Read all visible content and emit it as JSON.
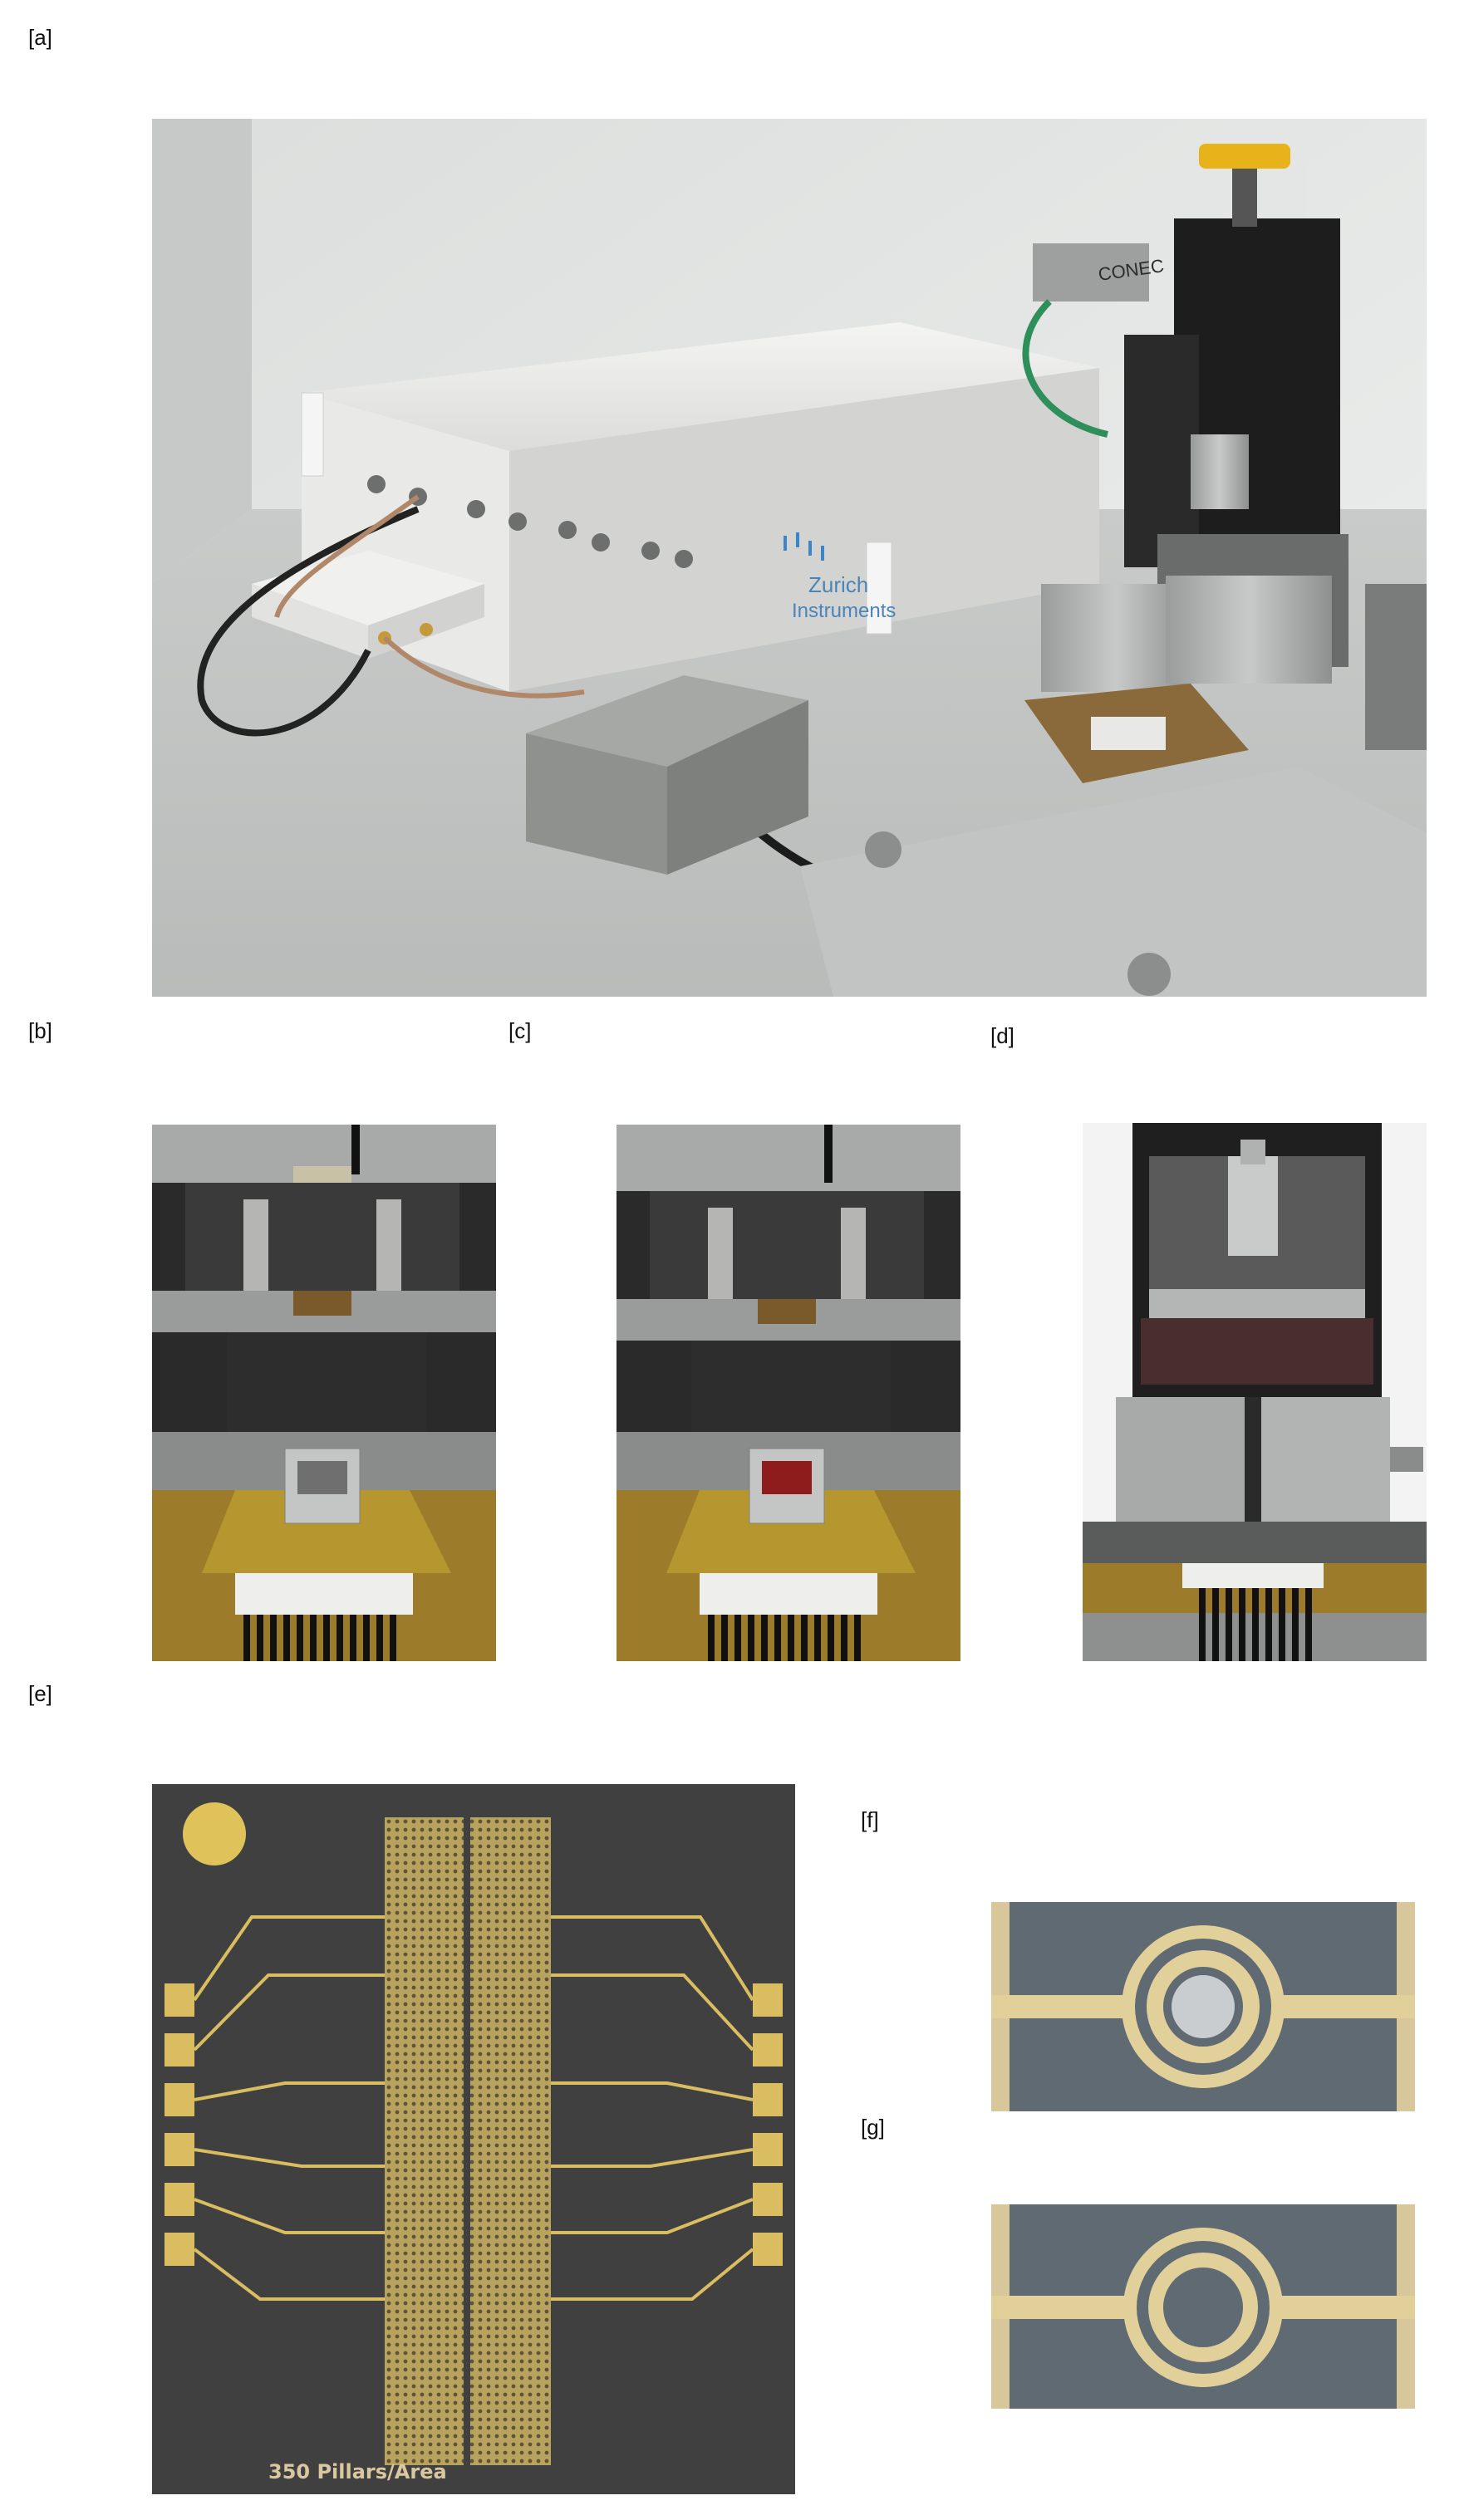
{
  "figure": {
    "panel_labels": {
      "a": "[a]",
      "b": "[b]",
      "c": "[c]",
      "d": "[d]",
      "e": "[e]",
      "f": "[f]",
      "g": "[g]"
    },
    "photo_a": {
      "device_text_line1": "Zurich",
      "device_text_line2": "Instruments",
      "connector_text": "CONEC"
    },
    "photo_e": {
      "chip_caption": "350 Pillars/Area"
    }
  }
}
